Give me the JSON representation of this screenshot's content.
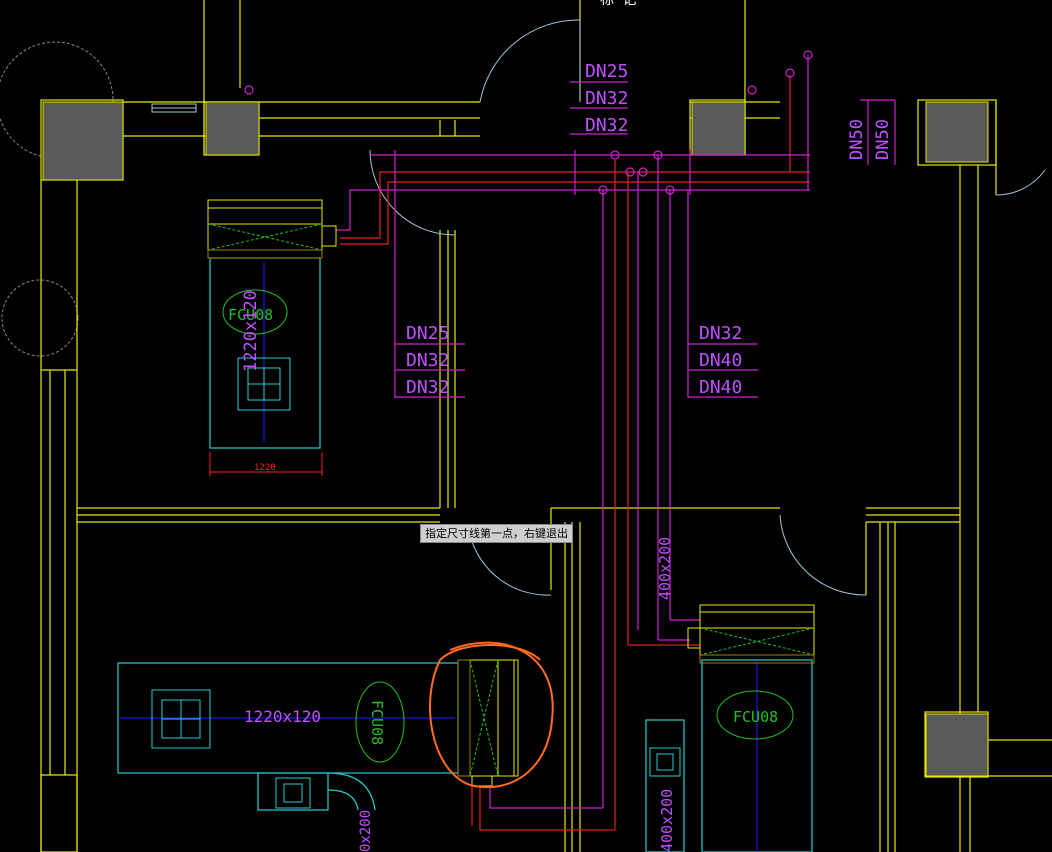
{
  "tooltip": {
    "text": "指定尺寸线第一点，右键退出"
  },
  "colors": {
    "background": "#000000",
    "wall": "#e8e800",
    "column_fill": "#5a5a5a",
    "water_pipe": "#d020d0",
    "supply_pipe": "#e02020",
    "duct": "#20d0d0",
    "fcu_outline": "#e8e800",
    "fcu_tag": "#20c020",
    "duct_size_text": "#c050ff",
    "pipe_label": "#c050ff",
    "dimension": "#ff2020",
    "markup": "#ff6a20",
    "door_arc": "#a0c8d8",
    "axis": "#2020ff"
  },
  "pipe_labels": {
    "top_center": [
      "DN25",
      "DN32",
      "DN32"
    ],
    "top_right": [
      "DN50",
      "DN50"
    ],
    "middle_left": [
      "DN25",
      "DN32",
      "DN32"
    ],
    "middle_right": [
      "DN32",
      "DN40",
      "DN40"
    ]
  },
  "units": {
    "fcu_top_left": {
      "tag": "FCU08",
      "duct_size": "1220x120",
      "dimension": "1220"
    },
    "fcu_bottom_left": {
      "tag": "FCU08",
      "duct_size": "1220x120"
    },
    "fcu_bottom_right": {
      "tag": "FCU08"
    }
  },
  "ducts": {
    "vertical_main": "400x200",
    "bottom_right": "400x200",
    "bottom_left": "0x200"
  },
  "title_fragment": "标 记"
}
